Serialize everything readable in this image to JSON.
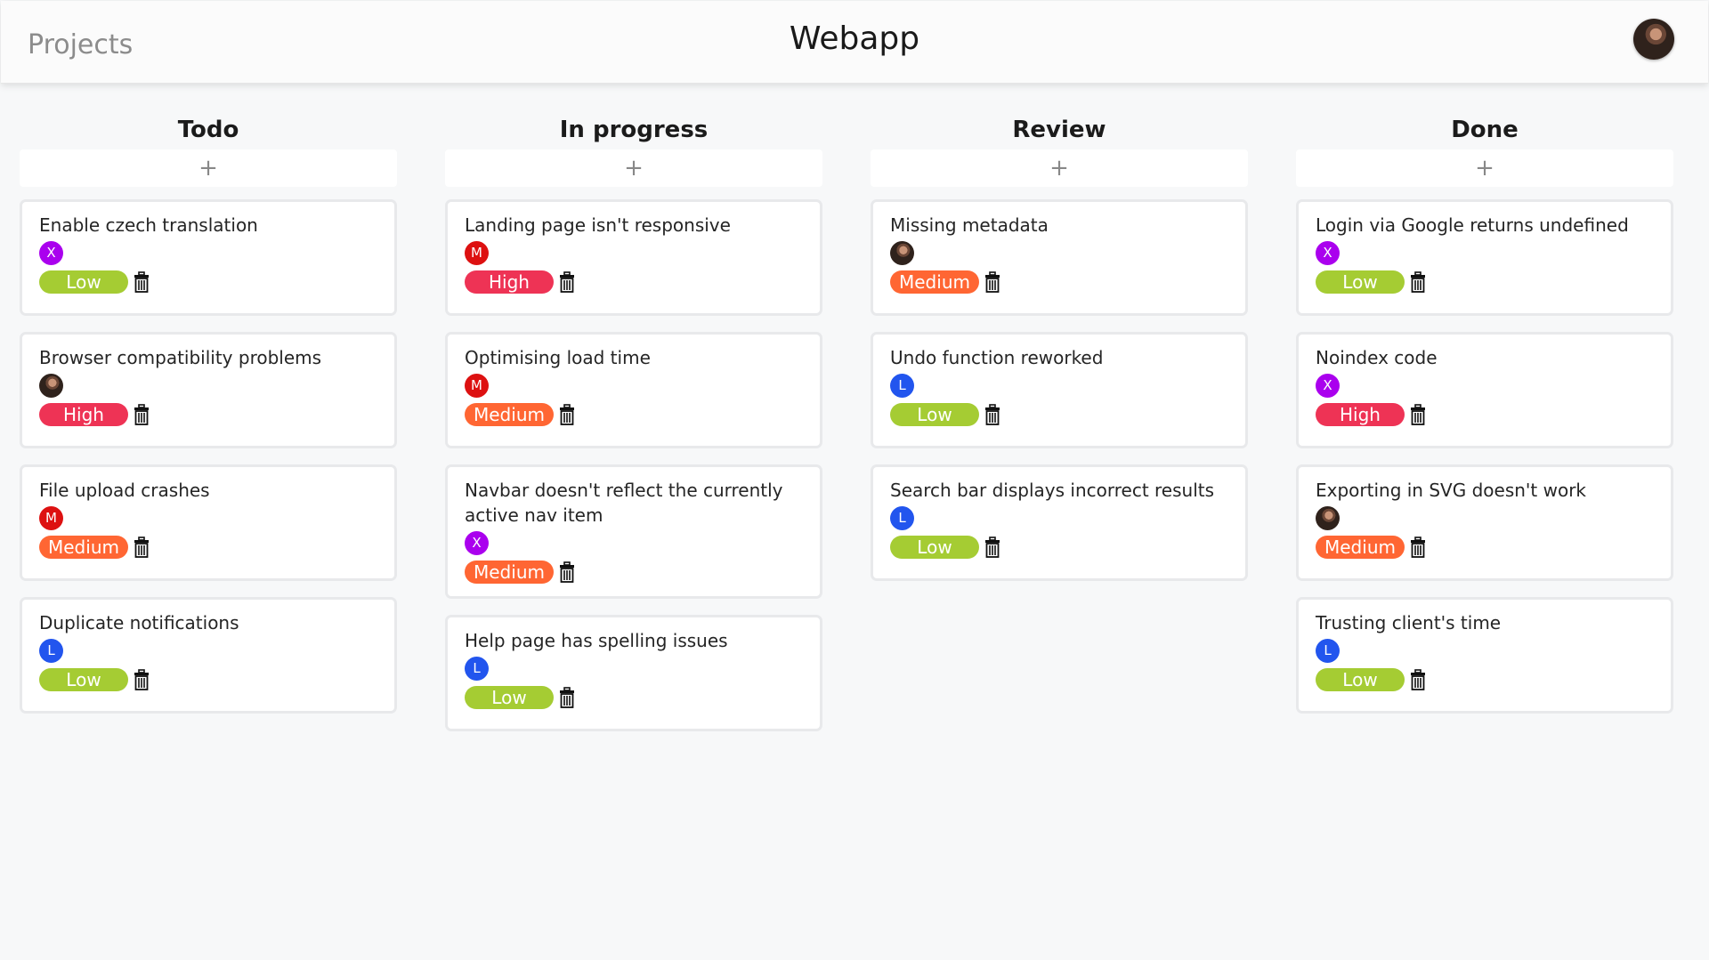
{
  "header": {
    "projects_label": "Projects",
    "app_title": "Webapp"
  },
  "colors": {
    "Low": "#a5cc33",
    "Medium": "#ff6633",
    "High": "#ee3355",
    "X": "#aa00ee",
    "M": "#dd1111",
    "L": "#2255ee"
  },
  "columns": [
    {
      "title": "Todo",
      "add_label": "+",
      "cards": [
        {
          "title": "Enable czech translation",
          "assignee": "X",
          "priority": "Low"
        },
        {
          "title": "Browser compatibility problems",
          "assignee": "photo",
          "priority": "High"
        },
        {
          "title": "File upload crashes",
          "assignee": "M",
          "priority": "Medium"
        },
        {
          "title": "Duplicate notifications",
          "assignee": "L",
          "priority": "Low"
        }
      ]
    },
    {
      "title": "In progress",
      "add_label": "+",
      "cards": [
        {
          "title": "Landing page isn't responsive",
          "assignee": "M",
          "priority": "High"
        },
        {
          "title": "Optimising load time",
          "assignee": "M",
          "priority": "Medium"
        },
        {
          "title": "Navbar doesn't reflect the currently active nav item",
          "assignee": "X",
          "priority": "Medium"
        },
        {
          "title": "Help page has spelling issues",
          "assignee": "L",
          "priority": "Low"
        }
      ]
    },
    {
      "title": "Review",
      "add_label": "+",
      "cards": [
        {
          "title": "Missing metadata",
          "assignee": "photo",
          "priority": "Medium"
        },
        {
          "title": "Undo function reworked",
          "assignee": "L",
          "priority": "Low"
        },
        {
          "title": "Search bar displays incorrect results",
          "assignee": "L",
          "priority": "Low"
        }
      ]
    },
    {
      "title": "Done",
      "add_label": "+",
      "cards": [
        {
          "title": "Login via Google returns undefined",
          "assignee": "X",
          "priority": "Low"
        },
        {
          "title": "Noindex code",
          "assignee": "X",
          "priority": "High"
        },
        {
          "title": "Exporting in SVG doesn't work",
          "assignee": "photo",
          "priority": "Medium"
        },
        {
          "title": "Trusting client's time",
          "assignee": "L",
          "priority": "Low"
        }
      ]
    }
  ]
}
